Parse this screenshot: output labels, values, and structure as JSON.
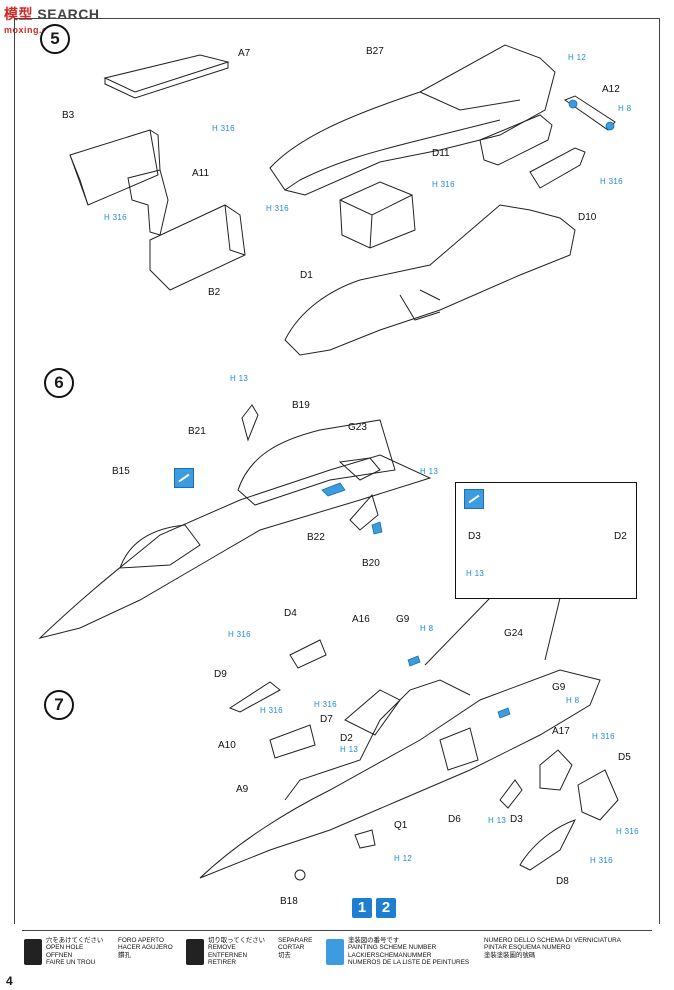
{
  "brand": {
    "name_a": "模型",
    "name_b": " SEARCH",
    "site": "moxing.com"
  },
  "page_number": "4",
  "steps": [
    {
      "id": "5",
      "label": "5"
    },
    {
      "id": "6",
      "label": "6"
    },
    {
      "id": "7",
      "label": "7"
    }
  ],
  "step5": {
    "parts": [
      "A7",
      "B3",
      "A11",
      "B2",
      "B27",
      "A12",
      "D11",
      "D10",
      "D1"
    ],
    "colors": [
      "H 316",
      "H 316",
      "H 316",
      "H 12",
      "H 8",
      "H 316",
      "H 316"
    ]
  },
  "step6": {
    "parts": [
      "B19",
      "B21",
      "G23",
      "B15",
      "B22",
      "B20"
    ],
    "colors": [
      "H 13",
      "H 13"
    ]
  },
  "inset": {
    "parts": [
      "D3",
      "D2"
    ],
    "color": "H 13"
  },
  "step7": {
    "parts": [
      "D4",
      "A16",
      "G9",
      "D9",
      "D7",
      "D2",
      "A10",
      "A9",
      "G24",
      "G9b",
      "A17",
      "D5",
      "D6",
      "D3",
      "Q1",
      "D8",
      "B18"
    ],
    "part_labels": {
      "G9b": "G9"
    },
    "colors": [
      "H 316",
      "H 8",
      "H 316",
      "H 316",
      "H 13",
      "H 8",
      "H 316",
      "H 13",
      "H 12",
      "H 316",
      "H 316"
    ]
  },
  "paint_codes": [
    "1",
    "2"
  ],
  "legend": [
    {
      "icon": "drill",
      "lines": [
        "穴をあけてください",
        "OPEN HOLE",
        "OFFNEN",
        "FAIRE UN TROU"
      ]
    },
    {
      "icon": "none",
      "lines": [
        "FORO APERTO",
        "HACER AGUJERO",
        "鑽孔"
      ]
    },
    {
      "icon": "cut",
      "lines": [
        "切り取ってください",
        "REMOVE",
        "ENTFERNEN",
        "RETIRER"
      ]
    },
    {
      "icon": "none",
      "lines": [
        "SEPARARE",
        "CORTAR",
        "切去"
      ]
    },
    {
      "icon": "paint",
      "lines": [
        "塗装図の番号です",
        "PAINTING SCHEME NUMBER",
        "LACKIERSCHEMANUMMER",
        "NUMEROS DE LA LISTE DE PEINTURES"
      ]
    },
    {
      "icon": "none",
      "lines": [
        "NUMERO DELLO SCHEMA DI VERNICIATURA",
        "PINTAR ESQUEMA NUMERO",
        "塗裝塗裝圖的號碼"
      ]
    }
  ]
}
